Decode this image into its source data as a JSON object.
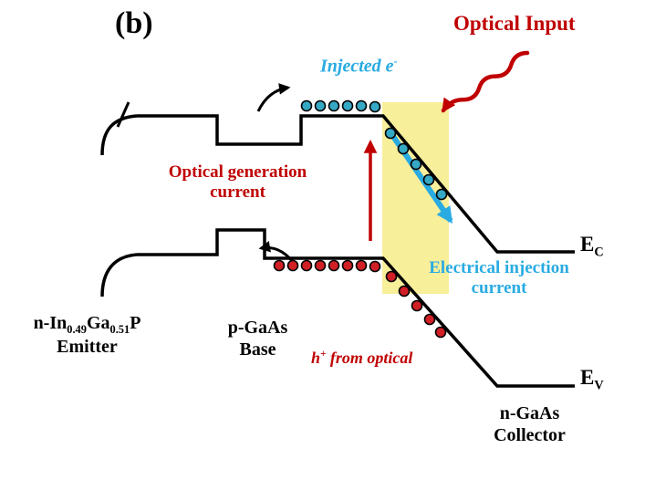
{
  "panel_label": "(b)",
  "colors": {
    "red_accent": "#c00000",
    "blue_accent": "#29abe2",
    "highlight_yellow": "#f8ef9b",
    "electron_dot": "#35a8c4",
    "hole_dot": "#d11f26",
    "band_line": "#000000"
  },
  "labels": {
    "optical_input": "Optical Input",
    "injected_electrons": {
      "text": "Injected e",
      "sup": "-"
    },
    "optical_generation_current": {
      "line1": "Optical generation",
      "line2": "current"
    },
    "electrical_injection_current": {
      "line1": "Electrical injection",
      "line2": "current"
    },
    "holes_from_optical": {
      "pre": "h",
      "sup": "+",
      "post": " from optical"
    },
    "emitter": {
      "p1": "n-In",
      "sub1": "0.49",
      "p2": "Ga",
      "sub2": "0.51",
      "p3": "P",
      "line2": "Emitter"
    },
    "base": {
      "line1": "p-GaAs",
      "line2": "Base"
    },
    "collector": {
      "line1": "n-GaAs",
      "line2": "Collector"
    },
    "conduction_band": {
      "main": "E",
      "sub": "C"
    },
    "valence_band": {
      "main": "E",
      "sub": "V"
    }
  }
}
